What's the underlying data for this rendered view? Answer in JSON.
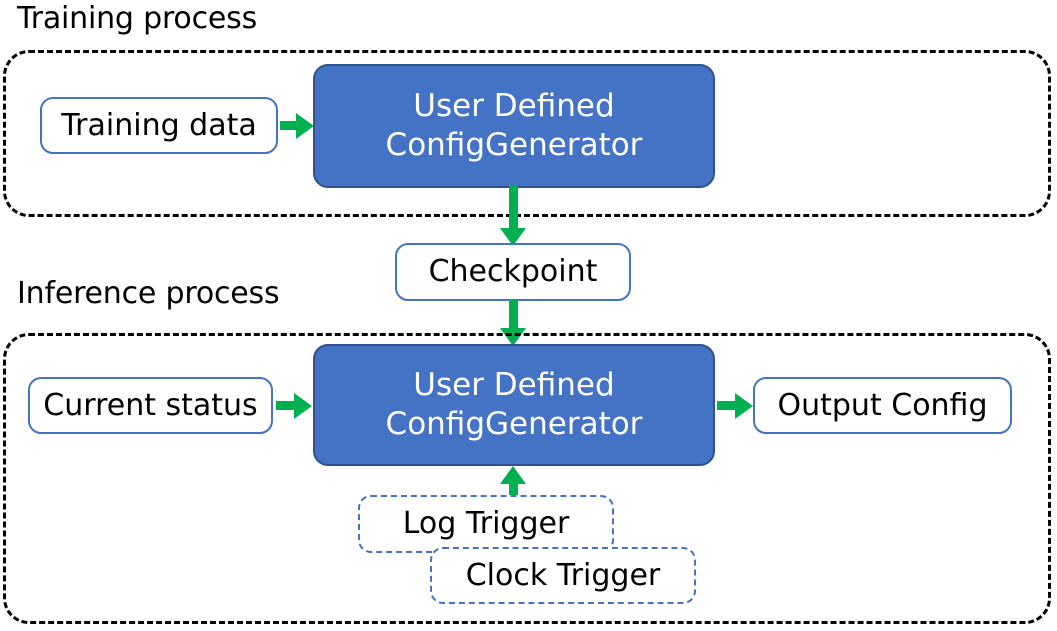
{
  "diagram": {
    "sections": [
      {
        "id": "training",
        "title": "Training process",
        "border_style": "dashed",
        "border_color": "#000000"
      },
      {
        "id": "inference",
        "title": "Inference process",
        "border_style": "dashed",
        "border_color": "#000000"
      }
    ],
    "nodes": {
      "training_data": {
        "label": "Training data",
        "style": "outlined"
      },
      "generator_training": {
        "label_line1": "User Defined",
        "label_line2": "ConfigGenerator",
        "style": "filled"
      },
      "checkpoint": {
        "label": "Checkpoint",
        "style": "outlined"
      },
      "current_status": {
        "label": "Current status",
        "style": "outlined"
      },
      "generator_inference": {
        "label_line1": "User Defined",
        "label_line2": "ConfigGenerator",
        "style": "filled"
      },
      "output_config": {
        "label": "Output Config",
        "style": "outlined"
      },
      "log_trigger": {
        "label": "Log Trigger",
        "style": "dashed-outline"
      },
      "clock_trigger": {
        "label": "Clock Trigger",
        "style": "dashed-outline"
      }
    },
    "edges": [
      {
        "id": "data-to-generator",
        "from": "training_data",
        "to": "generator_training",
        "direction": "right"
      },
      {
        "id": "generator-to-checkpoint",
        "from": "generator_training",
        "to": "checkpoint",
        "direction": "down"
      },
      {
        "id": "checkpoint-to-inference",
        "from": "checkpoint",
        "to": "generator_inference",
        "direction": "down"
      },
      {
        "id": "status-to-generator",
        "from": "current_status",
        "to": "generator_inference",
        "direction": "right"
      },
      {
        "id": "generator-to-output",
        "from": "generator_inference",
        "to": "output_config",
        "direction": "right"
      },
      {
        "id": "trigger-to-generator",
        "from": "log_trigger",
        "to": "generator_inference",
        "direction": "up"
      }
    ],
    "colors": {
      "accent_fill": "#4472C4",
      "accent_border": "#2F528F",
      "outline_border": "#4472C4",
      "arrow": "#00B050",
      "container_border": "#000000",
      "text_dark": "#000000",
      "text_light": "#FFFFFF",
      "background": "#FFFFFF"
    }
  }
}
